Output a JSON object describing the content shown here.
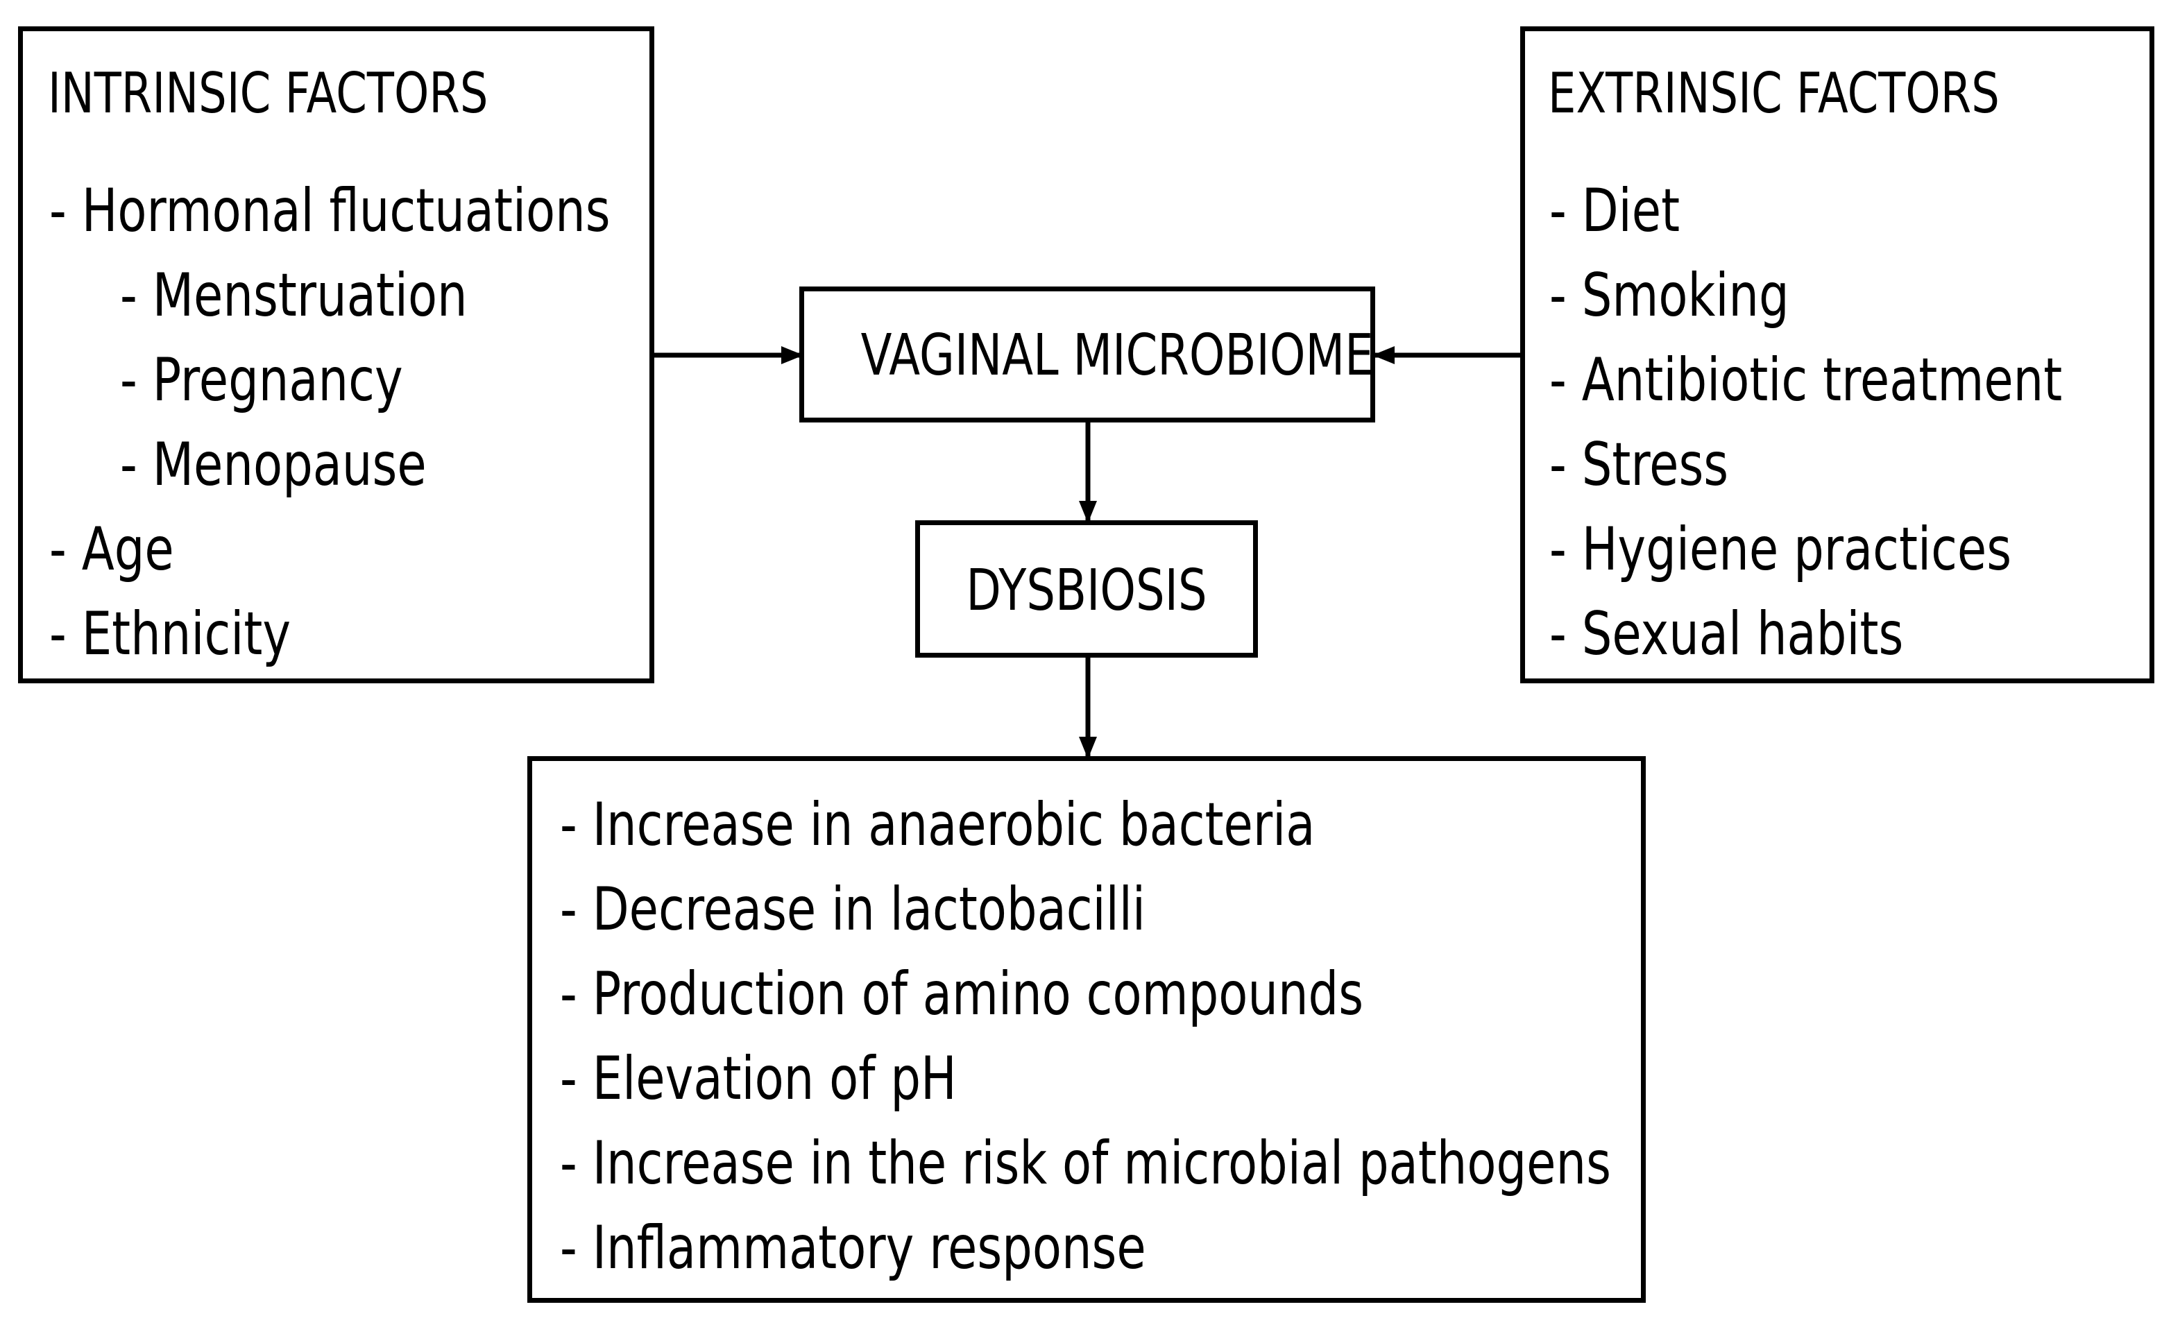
{
  "intrinsic": {
    "title": "INTRINSIC FACTORS",
    "items": [
      "- Hormonal fluctuations",
      "- Menstruation",
      "- Pregnancy",
      "- Menopause",
      "- Age",
      "- Ethnicity"
    ]
  },
  "extrinsic": {
    "title": "EXTRINSIC FACTORS",
    "items": [
      "- Diet",
      "- Smoking",
      "- Antibiotic treatment",
      "- Stress",
      "- Hygiene practices",
      "- Sexual habits"
    ]
  },
  "microbiome": {
    "label": "VAGINAL MICROBIOME"
  },
  "dysbiosis": {
    "label": "DYSBIOSIS"
  },
  "consequences": {
    "items": [
      "- Increase in anaerobic bacteria",
      "- Decrease in lactobacilli",
      "- Production of amino compounds",
      "- Elevation of pH",
      "- Increase in the risk of microbial pathogens",
      "- Inflammatory response"
    ]
  }
}
